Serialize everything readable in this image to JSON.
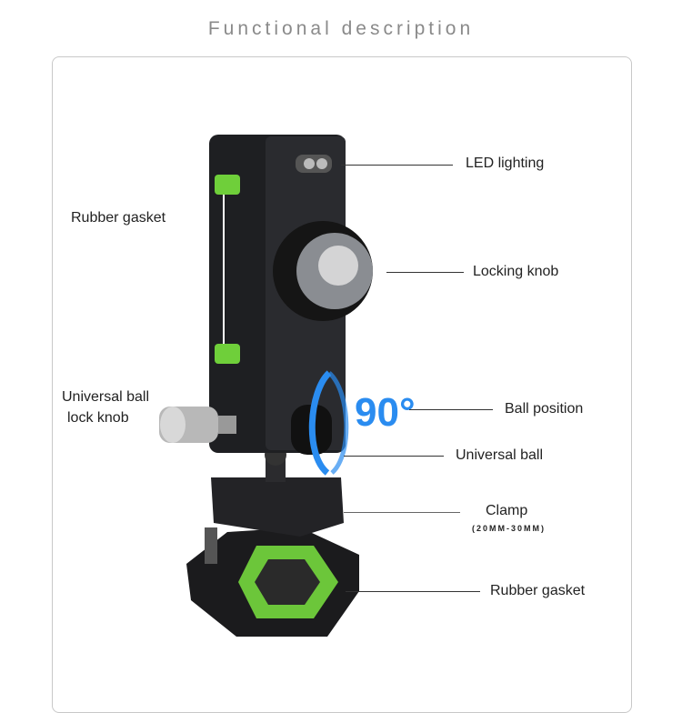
{
  "title": "Functional description",
  "labels": {
    "led_lighting": "LED lighting",
    "rubber_gasket_top": "Rubber gasket",
    "locking_knob": "Locking knob",
    "universal_ball_lock_knob_1": "Universal ball",
    "universal_ball_lock_knob_2": "lock knob",
    "ball_position": "Ball position",
    "universal_ball": "Universal ball",
    "clamp": "Clamp",
    "clamp_size": "(20MM-30MM)",
    "rubber_gasket_bottom": "Rubber gasket"
  },
  "rotation_label": "90°",
  "colors": {
    "accent_green": "#6fcf3a",
    "body": "#1e1f22",
    "arrow_blue": "#2a8cf0"
  }
}
